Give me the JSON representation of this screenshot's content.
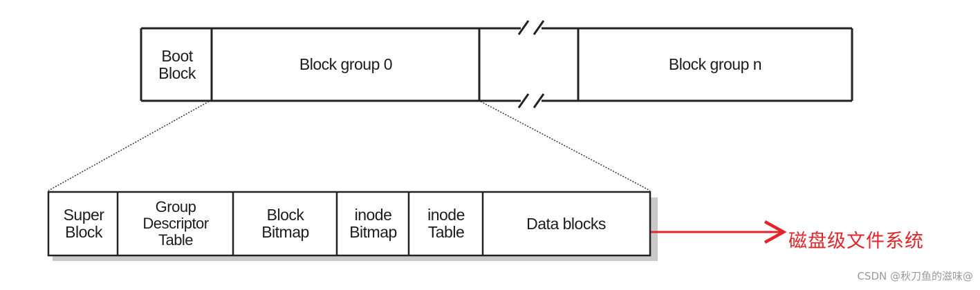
{
  "top_row": {
    "boot_block": "Boot\nBlock",
    "block_group_0": "Block group 0",
    "block_group_n": "Block group n"
  },
  "detail_row": {
    "super_block": "Super\nBlock",
    "group_descriptor_table": "Group\nDescriptor\nTable",
    "block_bitmap": "Block\nBitmap",
    "inode_bitmap": "inode\nBitmap",
    "inode_table": "inode\nTable",
    "data_blocks": "Data blocks"
  },
  "annotation": {
    "label": "磁盘级文件系统",
    "color": "#e0262b"
  },
  "watermark": "CSDN @秋刀鱼的滋味@"
}
